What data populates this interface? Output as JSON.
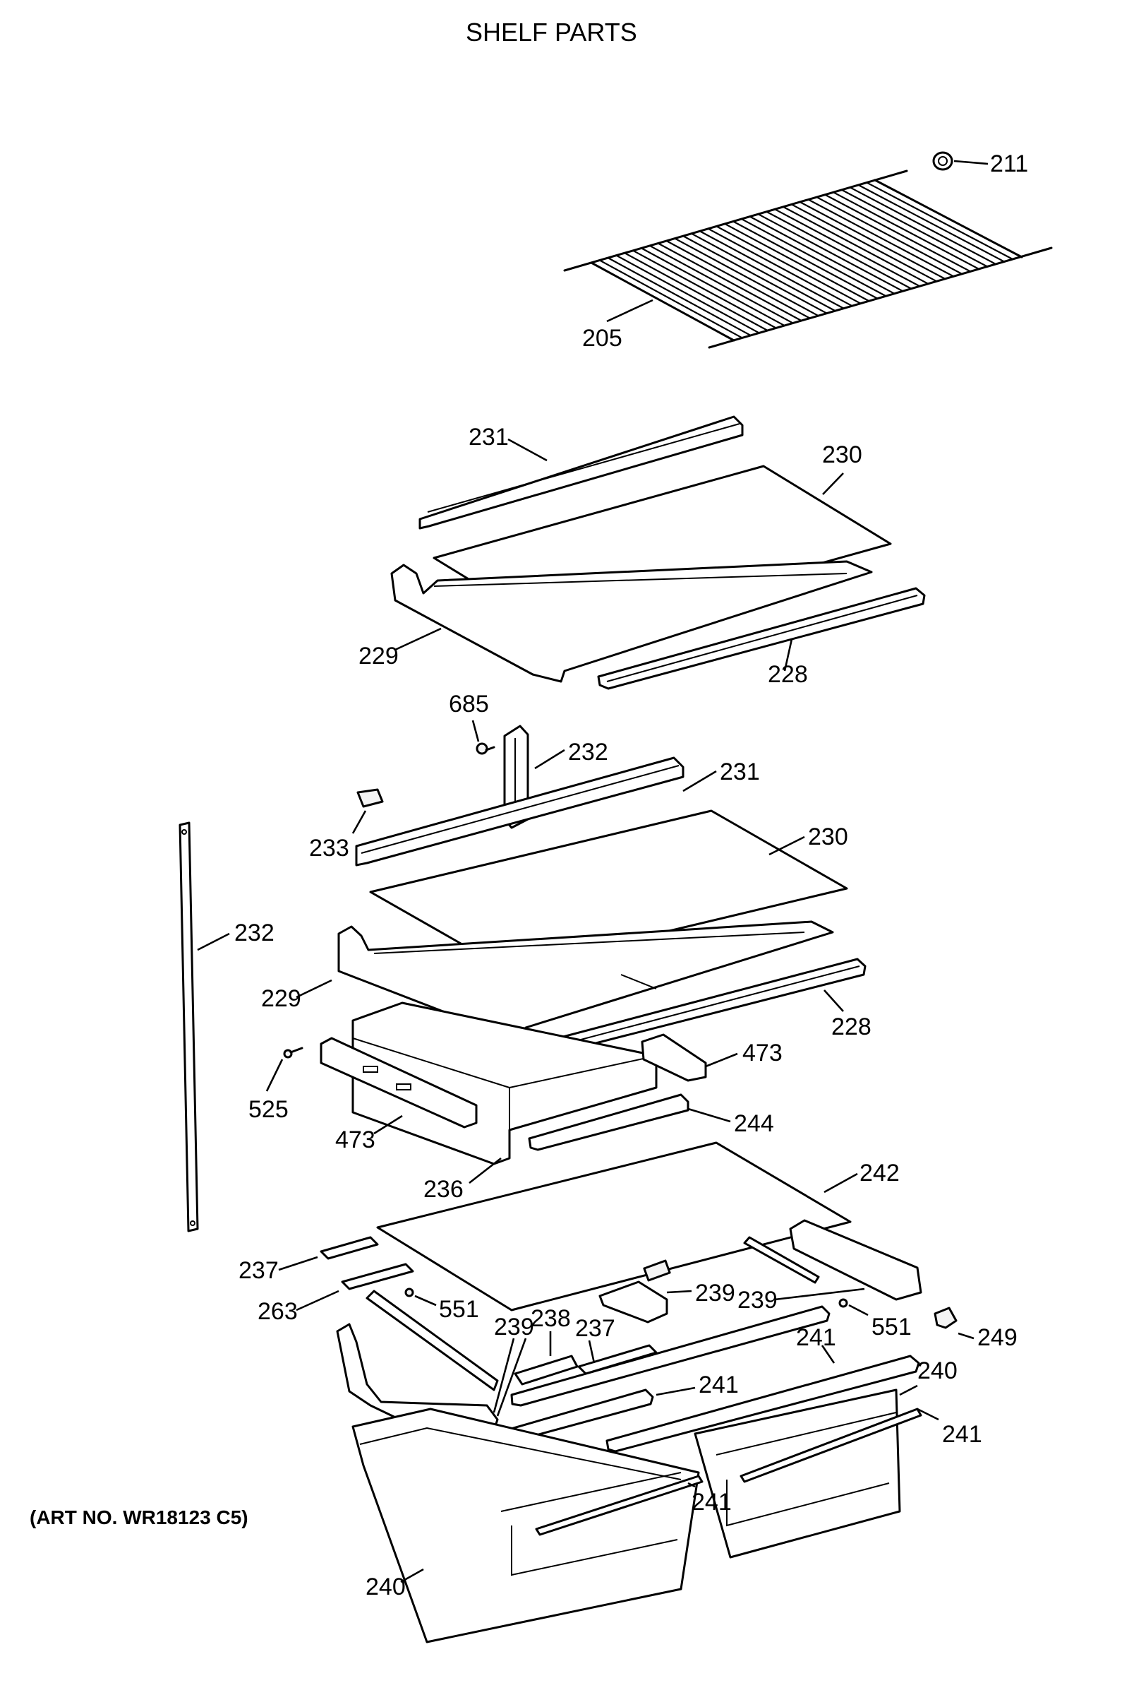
{
  "title": "SHELF PARTS",
  "art_number": "(ART NO. WR18123 C5)",
  "callouts": {
    "c211": "211",
    "c205": "205",
    "c231a": "231",
    "c230a": "230",
    "c229a": "229",
    "c228a": "228",
    "c685": "685",
    "c232a": "232",
    "c231b": "231",
    "c233": "233",
    "c230b": "230",
    "c232b": "232",
    "c229b": "229",
    "c228b": "228",
    "c473a": "473",
    "c525": "525",
    "c244": "244",
    "c473b": "473",
    "c242": "242",
    "c236": "236",
    "c237a": "237",
    "c263": "263",
    "c551a": "551",
    "c239a": "239",
    "c239b": "239",
    "c551b": "551",
    "c249": "249",
    "c238": "238",
    "c237b": "237",
    "c239c": "239",
    "c241a": "241",
    "c241b": "241",
    "c240a": "240",
    "c241c": "241",
    "c241d": "241",
    "c240b": "240"
  }
}
